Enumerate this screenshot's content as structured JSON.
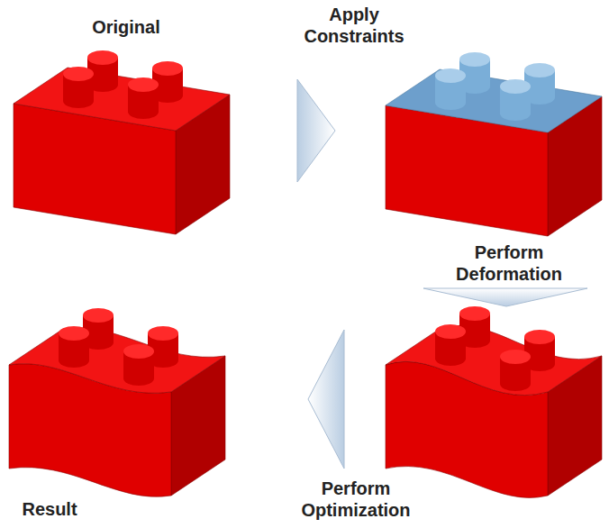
{
  "diagram": {
    "labels": [
      "Original",
      "Apply Constraints",
      "Perform Deformation",
      "Perform Optimization",
      "Result"
    ]
  }
}
